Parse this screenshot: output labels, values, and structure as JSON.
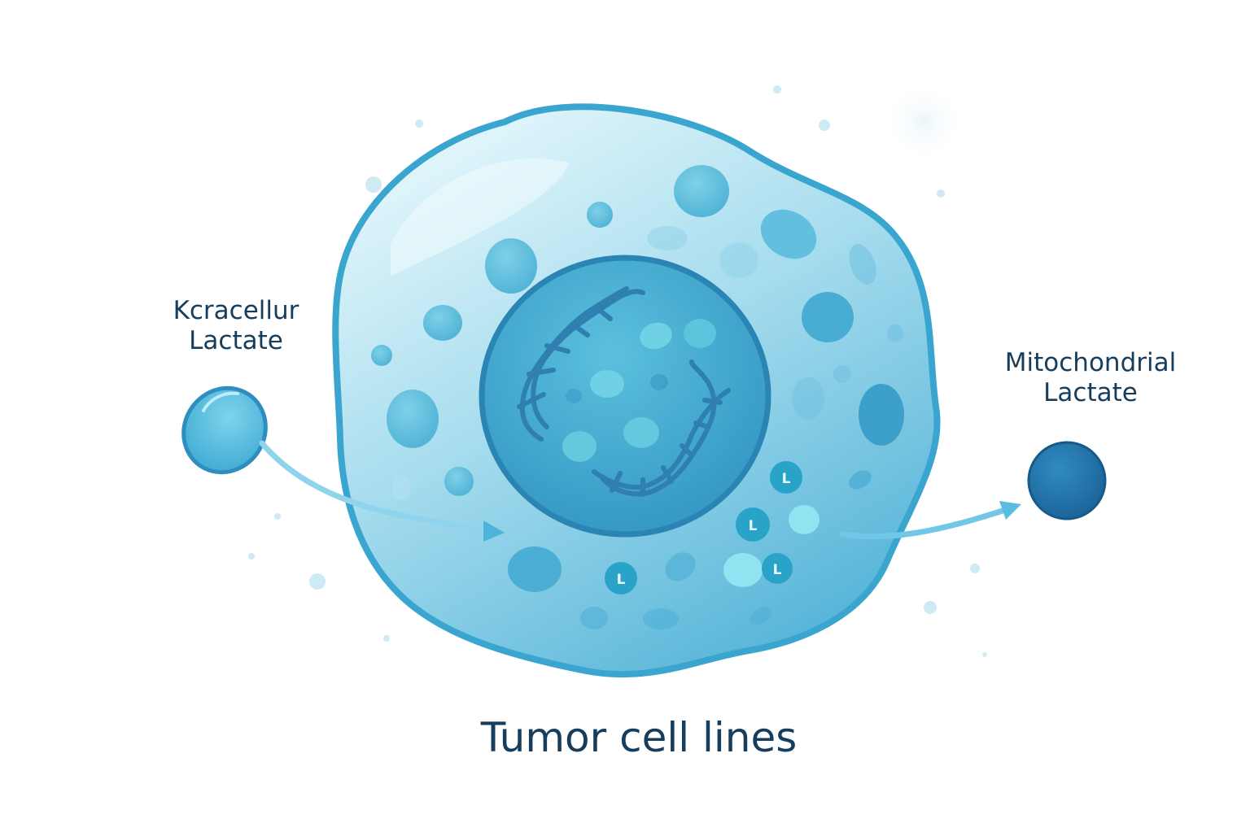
{
  "diagram": {
    "title": "Tumor cell lines",
    "left_label": {
      "line1": "Kcracellur",
      "line2": "Lactate"
    },
    "right_label": {
      "line1": "Mitochondrial",
      "line2": "Lactate"
    },
    "lactate_marker": "L",
    "lactate_marker_count": 4,
    "colors": {
      "background": "#ffffff",
      "text": "#163d5c",
      "cell_fill_light": "#dff5fb",
      "cell_fill_dark": "#4fb4d6",
      "cell_membrane": "#3aa6d0",
      "nucleus_fill": "#3fa6cf",
      "nucleus_border": "#2a84b4",
      "dna": "#2f7fb0",
      "lactate_marker": "#2aa3c9",
      "extracellular_vesicle": "#52bfe0",
      "mitochondrial_dot": "#1f6da3",
      "arrow": "#7fd0ea"
    }
  }
}
